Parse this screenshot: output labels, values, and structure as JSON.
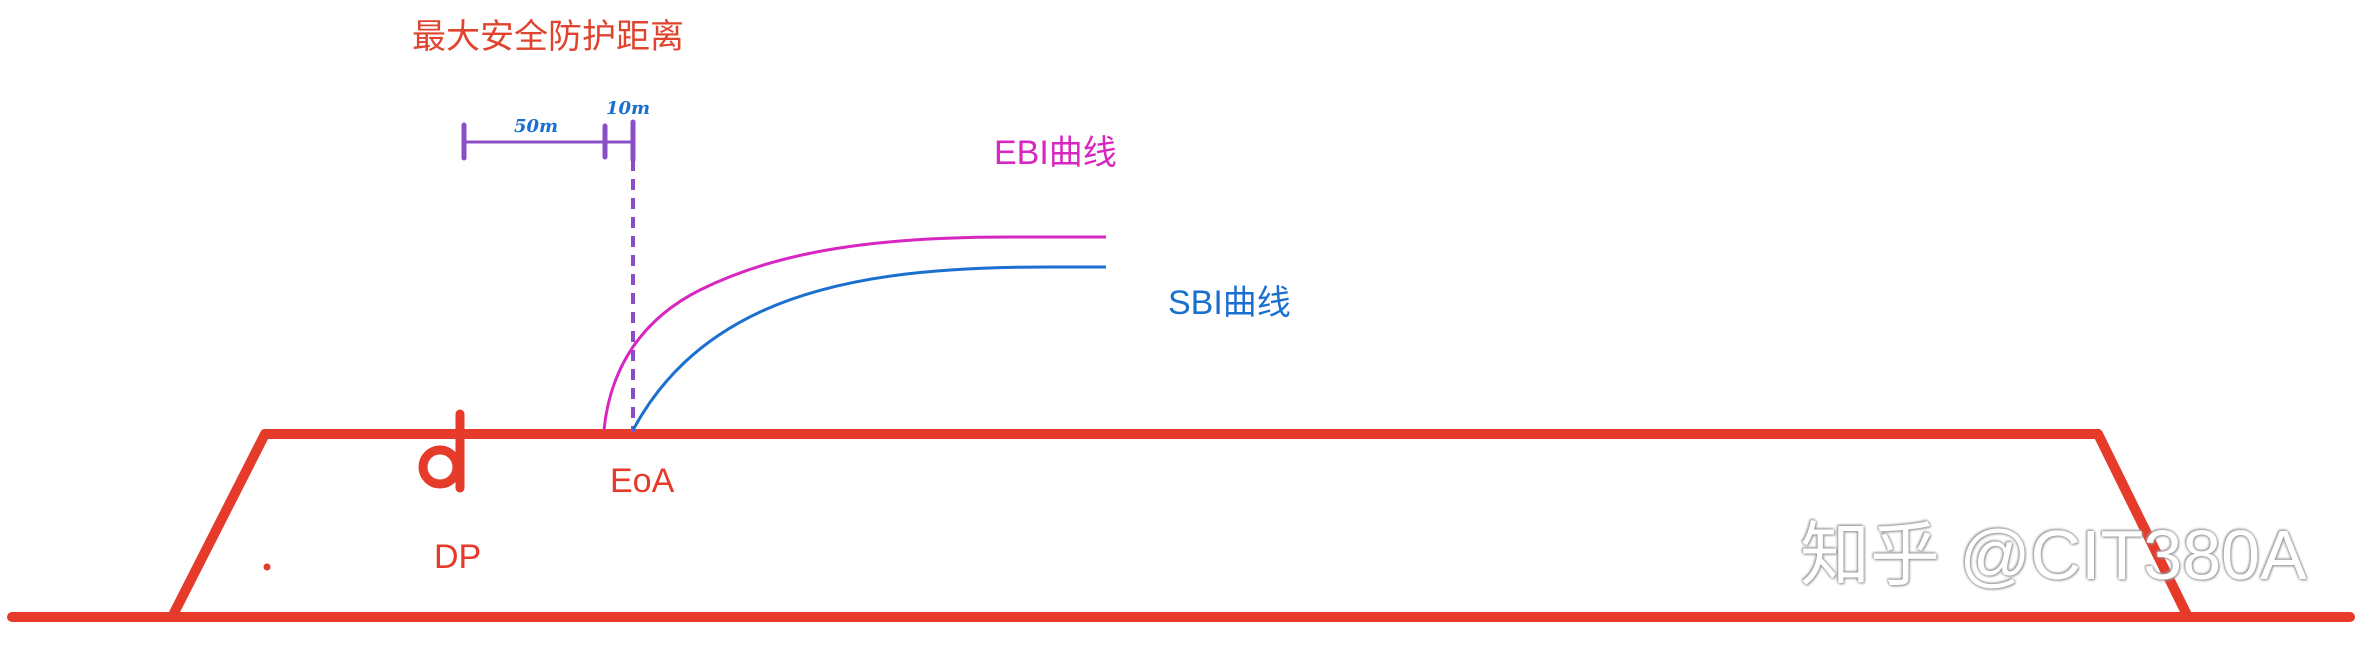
{
  "title": "最大安全防护距离",
  "labels": {
    "ebi": "EBI曲线",
    "sbi": "SBI曲线",
    "eoa": "EoA",
    "dp": "DP",
    "dist_50": "50m",
    "dist_10": "10m"
  },
  "watermark": "知乎 @CIT380A",
  "colors": {
    "track": "#e63a2a",
    "title": "#e0442f",
    "ebi": "#d826c0",
    "sbi": "#1a6fcf",
    "dimension": "#8a4fc7"
  }
}
